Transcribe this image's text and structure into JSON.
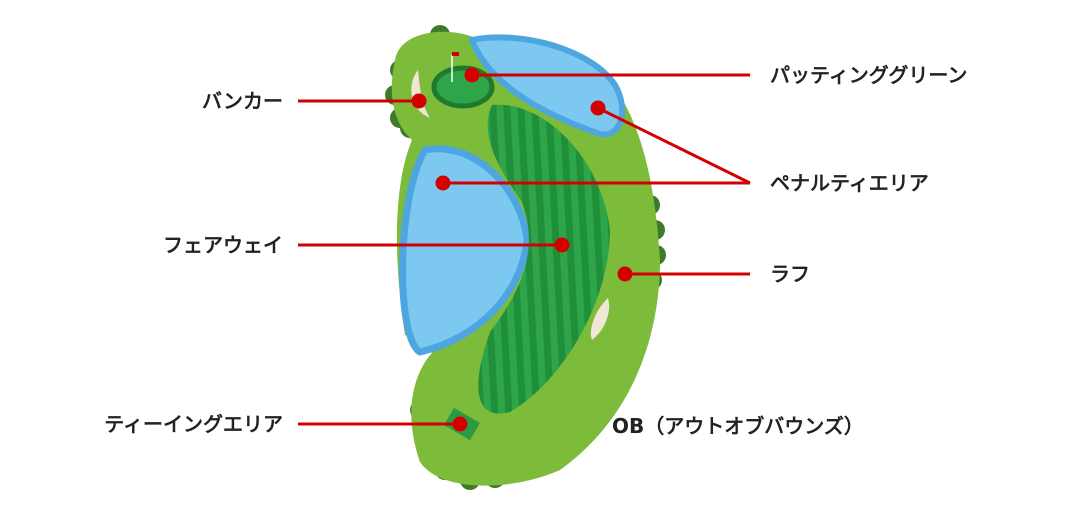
{
  "labels": {
    "putting_green": "パッティンググリーン",
    "penalty_area": "ペナルティエリア",
    "rough": "ラフ",
    "out_of_bounds": "OB（アウトオブバウンズ）",
    "bunker": "バンカー",
    "fairway": "フェアウェイ",
    "teeing_area": "ティーイングエリア"
  },
  "colors": {
    "leader": "#d40000",
    "rough": "#7dbb3a",
    "fairway_dark": "#1f8f3a",
    "fairway_light": "#2fa54a",
    "water": "#7cc8f0",
    "water_edge": "#4ea6e0",
    "tree": "#3f7a2a",
    "sand": "#efe6d6"
  }
}
